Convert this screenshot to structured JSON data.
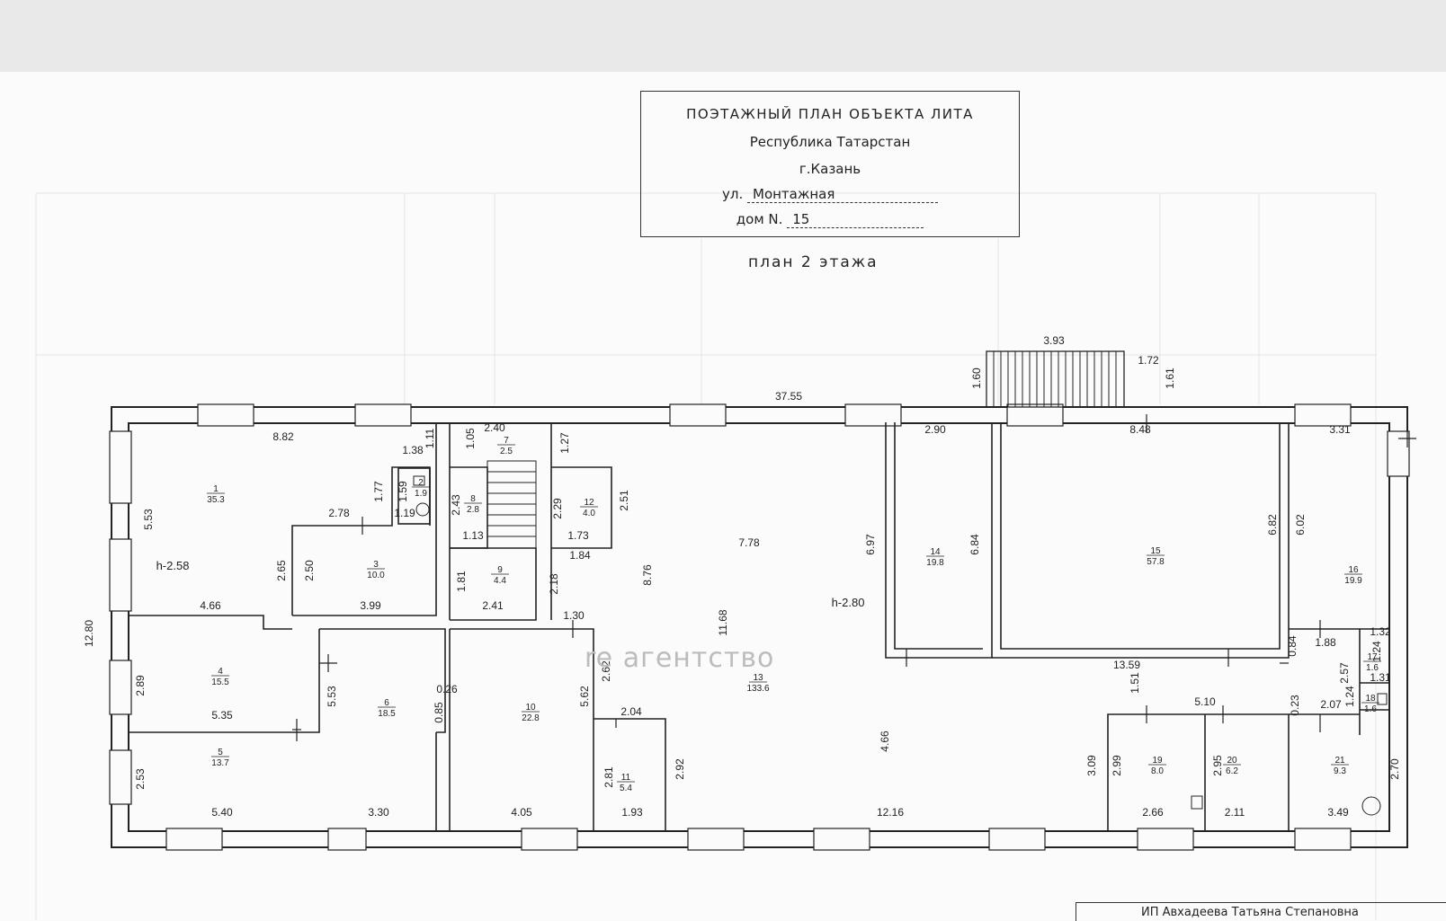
{
  "title_block": {
    "heading": "ПОЭТАЖНЫЙ ПЛАН ОБЪЕКТА ЛИТА",
    "region": "Республика Татарстан",
    "city": "г.Казань",
    "street_label": "ул.",
    "street": "Монтажная",
    "house_label": "дом N.",
    "house": "15"
  },
  "plan_title": "план 2 этажа",
  "watermark": {
    "logo": "re",
    "text": "агентство"
  },
  "stamp": {
    "text": "ИП Авхадеева Татьяна Степановна"
  },
  "rooms": [
    {
      "num": "1",
      "area": "35.3"
    },
    {
      "num": "2",
      "area": "1.9"
    },
    {
      "num": "3",
      "area": "10.0"
    },
    {
      "num": "4",
      "area": "15.5"
    },
    {
      "num": "5",
      "area": "13.7"
    },
    {
      "num": "6",
      "area": "18.5"
    },
    {
      "num": "7",
      "area": "2.5"
    },
    {
      "num": "8",
      "area": "2.8"
    },
    {
      "num": "9",
      "area": "4.4"
    },
    {
      "num": "10",
      "area": "22.8"
    },
    {
      "num": "11",
      "area": "5.4"
    },
    {
      "num": "12",
      "area": "4.0"
    },
    {
      "num": "13",
      "area": "133.6"
    },
    {
      "num": "14",
      "area": "19.8"
    },
    {
      "num": "15",
      "area": "57.8"
    },
    {
      "num": "16",
      "area": "19.9"
    },
    {
      "num": "17",
      "area": "1.6"
    },
    {
      "num": "18",
      "area": "1.6"
    },
    {
      "num": "19",
      "area": "8.0"
    },
    {
      "num": "20",
      "area": "6.2"
    },
    {
      "num": "21",
      "area": "9.3"
    }
  ],
  "heights": [
    "h-2.58",
    "h-2.80"
  ],
  "dimensions": [
    "3.93",
    "1.72",
    "1.60",
    "1.61",
    "37.55",
    "8.82",
    "1.11",
    "1.38",
    "2.40",
    "1.05",
    "1.27",
    "2.90",
    "8.48",
    "3.31",
    "1.77",
    "1.59",
    "1.19",
    "2.78",
    "2.43",
    "1.13",
    "2.29",
    "1.73",
    "2.51",
    "5.53",
    "12.80",
    "2.65",
    "2.50",
    "4.66",
    "3.99",
    "1.81",
    "2.41",
    "1.84",
    "2.18",
    "8.76",
    "7.78",
    "11.68",
    "6.97",
    "6.84",
    "6.82",
    "6.02",
    "1.30",
    "0.84",
    "1.88",
    "1.32",
    "1.24",
    "13.59",
    "2.57",
    "1.31",
    "1.24",
    "2.89",
    "5.35",
    "0.26",
    "0.85",
    "2.62",
    "2.04",
    "4.66",
    "1.51",
    "5.10",
    "0.23",
    "2.07",
    "5.53",
    "5.62",
    "2.53",
    "2.81",
    "2.92",
    "3.09",
    "2.99",
    "2.95",
    "2.70",
    "5.40",
    "3.30",
    "4.05",
    "1.93",
    "12.16",
    "2.66",
    "2.11",
    "3.49"
  ]
}
